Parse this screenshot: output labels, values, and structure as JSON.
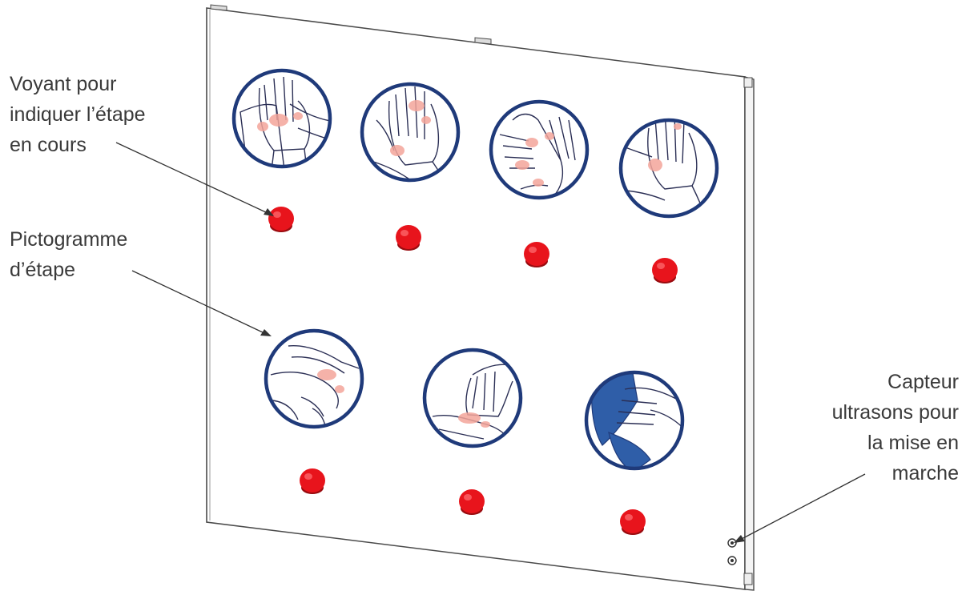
{
  "callouts": {
    "indicator": {
      "lines": [
        "Voyant pour",
        "indiquer l’étape",
        "en cours"
      ]
    },
    "pictogram": {
      "lines": [
        "Pictogramme",
        "d’étape"
      ]
    },
    "sensor": {
      "lines": [
        "Capteur",
        "ultrasons pour",
        "la mise en",
        "marche"
      ]
    }
  },
  "colors": {
    "panel": "#ffffff",
    "outline": "#4a4a4a",
    "ring": "#1f3a7a",
    "led": "#e8141c",
    "led_dark": "#9a0c10",
    "hands": "#2b2f55",
    "soap": "#f3a59a",
    "towel": "#2f5ea8"
  },
  "steps": [
    {
      "pictogram": "palm-to-palm-icon",
      "indicator": "led-indicator-icon"
    },
    {
      "pictogram": "back-of-hands-icon",
      "indicator": "led-indicator-icon"
    },
    {
      "pictogram": "interlaced-fingers-icon",
      "indicator": "led-indicator-icon"
    },
    {
      "pictogram": "fingertips-icon",
      "indicator": "led-indicator-icon"
    },
    {
      "pictogram": "thumb-rub-icon",
      "indicator": "led-indicator-icon"
    },
    {
      "pictogram": "fingertips-in-palm-icon",
      "indicator": "led-indicator-icon"
    },
    {
      "pictogram": "towel-dry-icon",
      "indicator": "led-indicator-icon"
    }
  ]
}
